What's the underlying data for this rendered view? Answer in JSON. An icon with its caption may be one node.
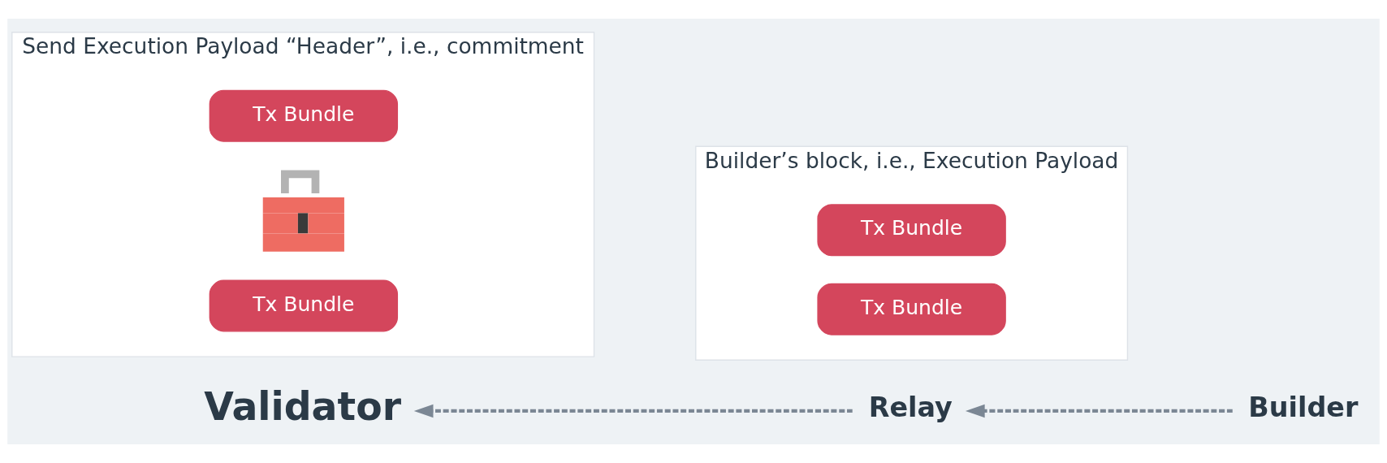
{
  "diagram": {
    "nodes": [
      {
        "text": [
          "Send Execution Payload “Header”, i.e., commitment"
        ]
      },
      {
        "text": [
          "Tx Bundle"
        ],
        "in": 0
      },
      {
        "text": [],
        "shape": "picture",
        "in": 0
      },
      {
        "text": [
          "Tx Bundle"
        ],
        "in": 0
      },
      {
        "text": [
          "Builder’s block, i.e., Execution Payload"
        ]
      },
      {
        "text": [
          "Tx Bundle"
        ],
        "in": 4
      },
      {
        "text": [
          "Tx Bundle"
        ],
        "in": 4
      },
      {
        "text": [
          "Validator"
        ]
      },
      {
        "text": [
          "Relay"
        ]
      },
      {
        "text": [
          "Builder"
        ]
      }
    ],
    "edges": [
      {
        "from": 9,
        "to": 8,
        "arrow": "to",
        "style": "dashed"
      },
      {
        "from": 8,
        "to": 7,
        "arrow": "to",
        "style": "dashed"
      }
    ]
  }
}
